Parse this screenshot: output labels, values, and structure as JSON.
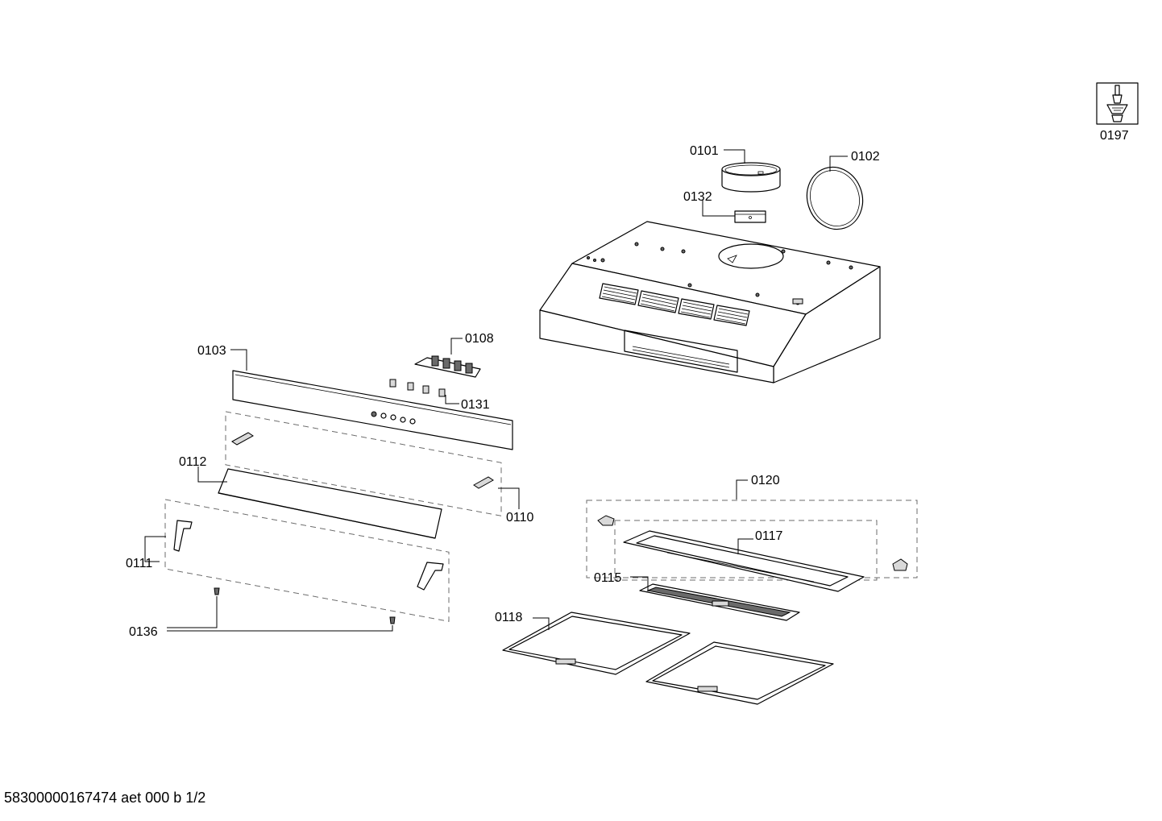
{
  "parts": {
    "p0101": "0101",
    "p0102": "0102",
    "p0103": "0103",
    "p0108": "0108",
    "p0110": "0110",
    "p0111": "0111",
    "p0112": "0112",
    "p0115": "0115",
    "p0117": "0117",
    "p0118": "0118",
    "p0120": "0120",
    "p0131": "0131",
    "p0132": "0132",
    "p0136": "0136",
    "p0197": "0197"
  },
  "footer": "58300000167474 aet 000 b 1/2"
}
